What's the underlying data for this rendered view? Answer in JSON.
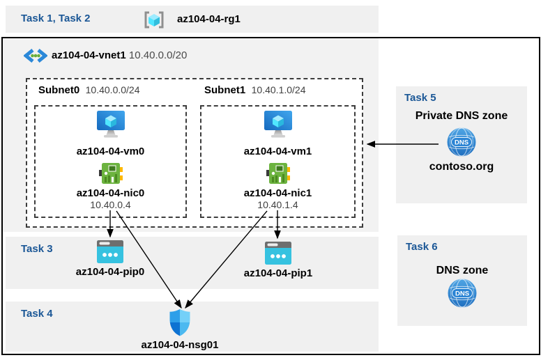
{
  "header": {
    "task_label": "Task 1, Task 2",
    "resource_group": "az104-04-rg1"
  },
  "vnet": {
    "name": "az104-04-vnet1",
    "cidr": "10.40.0.0/20",
    "subnets": [
      {
        "name": "Subnet0",
        "cidr": "10.40.0.0/24",
        "vm": "az104-04-vm0",
        "nic": "az104-04-nic0",
        "ip": "10.40.0.4"
      },
      {
        "name": "Subnet1",
        "cidr": "10.40.1.0/24",
        "vm": "az104-04-vm1",
        "nic": "az104-04-nic1",
        "ip": "10.40.1.4"
      }
    ]
  },
  "task3": {
    "label": "Task 3",
    "pips": [
      "az104-04-pip0",
      "az104-04-pip1"
    ]
  },
  "task4": {
    "label": "Task 4",
    "nsg": "az104-04-nsg01"
  },
  "task5": {
    "label": "Task 5",
    "title": "Private DNS zone",
    "zone": "contoso.org",
    "dns_icon_text": "DNS"
  },
  "task6": {
    "label": "Task 6",
    "title": "DNS zone",
    "dns_icon_text": "DNS"
  },
  "colors": {
    "task_text_blue": "#1b5796",
    "band_gray": "#f0f0f0",
    "vnet_backdrop_gray": "#f2f2f2",
    "frame_black": "#000000",
    "dashed_border": "#3c3c3c",
    "vm_blue": "#1877cc",
    "nic_green": "#6cb33f",
    "pip_cyan": "#36c2e0",
    "nsg_blue": "#0e72d2",
    "dns_blue": "#2e87d5",
    "cube_cyan": "#50e6ff"
  }
}
